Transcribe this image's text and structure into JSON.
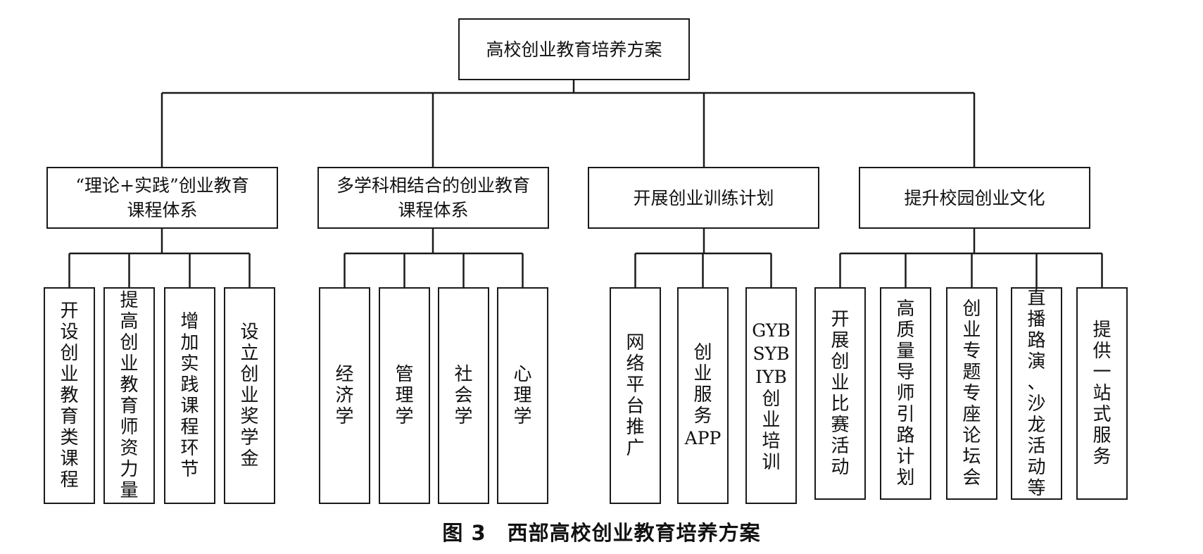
{
  "root": {
    "label": "高校创业教育培养方案"
  },
  "branches": [
    {
      "label": "“理论+实践”创业教育课程体系",
      "lines": [
        "“理论+实践”创业教育",
        "课程体系"
      ],
      "leaves": [
        {
          "label": "开设创业教育类课程"
        },
        {
          "label": "提高创业教育师资力量"
        },
        {
          "label": "增加实践课程环节"
        },
        {
          "label": "设立创业奖学金"
        }
      ]
    },
    {
      "label": "多学科相结合的创业教育课程体系",
      "lines": [
        "多学科相结合的创业教育",
        "课程体系"
      ],
      "leaves": [
        {
          "label": "经济学"
        },
        {
          "label": "管理学"
        },
        {
          "label": "社会学"
        },
        {
          "label": "心理学"
        }
      ]
    },
    {
      "label": "开展创业训练计划",
      "lines": [
        "开展创业训练计划"
      ],
      "leaves": [
        {
          "label": "网络平台推广"
        },
        {
          "label": "创业服务APP"
        },
        {
          "label": "GYB SYB IYB 创业培训"
        }
      ]
    },
    {
      "label": "提升校园创业文化",
      "lines": [
        "提升校园创业文化"
      ],
      "leaves": [
        {
          "label": "开展创业比赛活动"
        },
        {
          "label": "高质量导师引路计划"
        },
        {
          "label": "创业专题专座论坛会"
        },
        {
          "label": "直播路演、沙龙活动等"
        },
        {
          "label": "提供一站式服务"
        }
      ]
    }
  ],
  "caption": "图 3　西部高校创业教育培养方案"
}
